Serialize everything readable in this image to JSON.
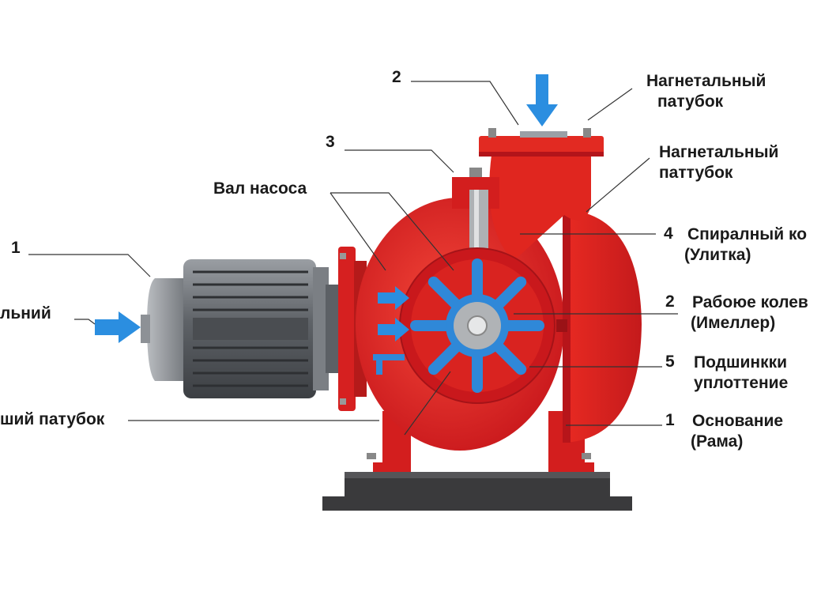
{
  "colors": {
    "pump_body": "#e0261f",
    "pump_dark": "#b3141a",
    "pump_light": "#f04a3c",
    "arrow": "#2b8ee0",
    "motor": "#6f7378",
    "base": "#3a3a3c",
    "leader": "#333333"
  },
  "icons": [
    "flow-arrow-icon"
  ],
  "labels": {
    "top_num": "2",
    "discharge_1_line1": "Нагнетальный",
    "discharge_1_line2": "патубок",
    "num_3": "3",
    "discharge_2_line1": "Нагнетальный",
    "discharge_2_line2": "паттубок",
    "shaft": "Вал насоса",
    "num_1_left": "1",
    "num_4": "4",
    "volute_line1": "Спиралный ко",
    "volute_line2": "(Улитка)",
    "left_partial": "льний",
    "num_2_right": "2",
    "impeller_line1": "Рабоюе колев",
    "impeller_line2": "(Имеллер)",
    "num_5": "5",
    "bearings_line1": "Подшинкки",
    "bearings_line2": "уплоттение",
    "suction_partial": "ший патубок",
    "num_1_right": "1",
    "base_line1": "Основание",
    "base_line2": "(Рама)"
  }
}
